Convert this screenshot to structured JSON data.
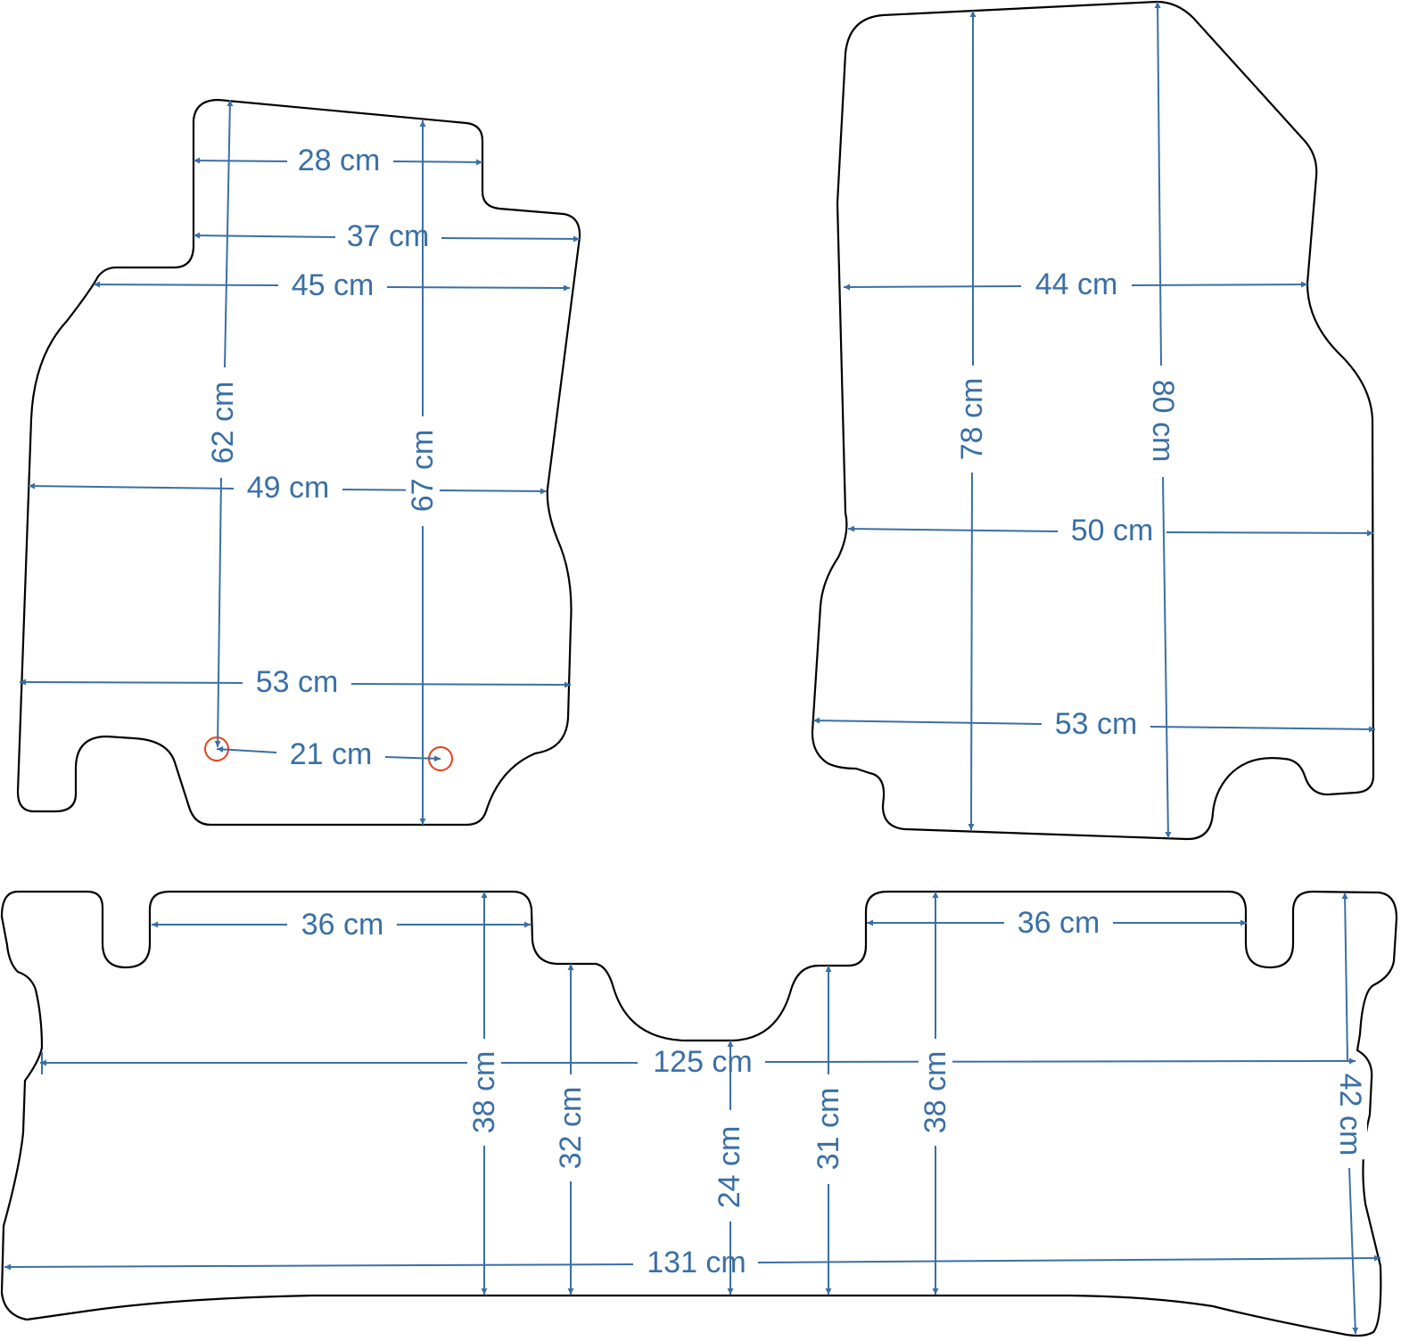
{
  "colors": {
    "outline": "#000000",
    "dimension": "#3a6fa5",
    "marker": "#e8401c",
    "background": "#ffffff"
  },
  "mats": {
    "front_left": {
      "labels": {
        "w28": "28 cm",
        "w37": "37 cm",
        "w45": "45 cm",
        "w49": "49 cm",
        "w53": "53 cm",
        "h62": "62 cm",
        "h67": "67 cm",
        "hole_spacing": "21 cm"
      }
    },
    "front_right": {
      "labels": {
        "w44": "44 cm",
        "w50": "50 cm",
        "w53": "53 cm",
        "h78": "78 cm",
        "h80": "80 cm"
      }
    },
    "rear": {
      "labels": {
        "left_36": "36 cm",
        "right_36": "36 cm",
        "w125": "125 cm",
        "w131": "131 cm",
        "h38_left": "38 cm",
        "h32": "32 cm",
        "h24": "24 cm",
        "h31": "31 cm",
        "h38_right": "38 cm",
        "h42": "42 cm"
      }
    }
  }
}
